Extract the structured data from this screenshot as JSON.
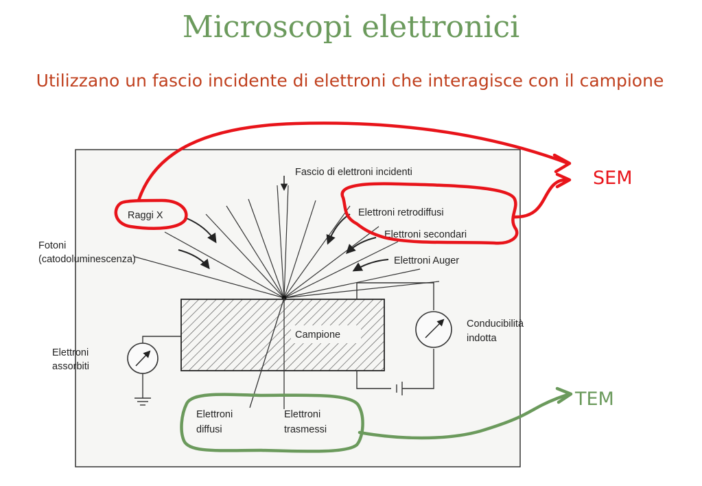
{
  "slide": {
    "title": "Microscopi elettronici",
    "subtitle": "Utilizzano un fascio incidente di elettroni che interagisce con il campione"
  },
  "diagram": {
    "labels": {
      "beam": "Fascio di elettroni incidenti",
      "xrays": "Raggi X",
      "photons_1": "Fotoni",
      "photons_2": "(catodoluminescenza)",
      "backscattered": "Elettroni retrodiffusi",
      "secondary": "Elettroni secondari",
      "auger": "Elettroni  Auger",
      "sample": "Campione",
      "conductivity_1": "Conducibilità",
      "conductivity_2": "indotta",
      "absorbed_1": "Elettroni",
      "absorbed_2": "assorbiti",
      "diffused_1": "Elettroni",
      "diffused_2": "diffusi",
      "transmitted_1": "Elettroni",
      "transmitted_2": "trasmessi"
    },
    "annotations": {
      "sem": "SEM",
      "tem": "TEM"
    },
    "colors": {
      "sem_annotation": "#e8141a",
      "tem_annotation": "#6b9a5c",
      "title": "#6b9a5c",
      "subtitle": "#c0401e"
    }
  }
}
